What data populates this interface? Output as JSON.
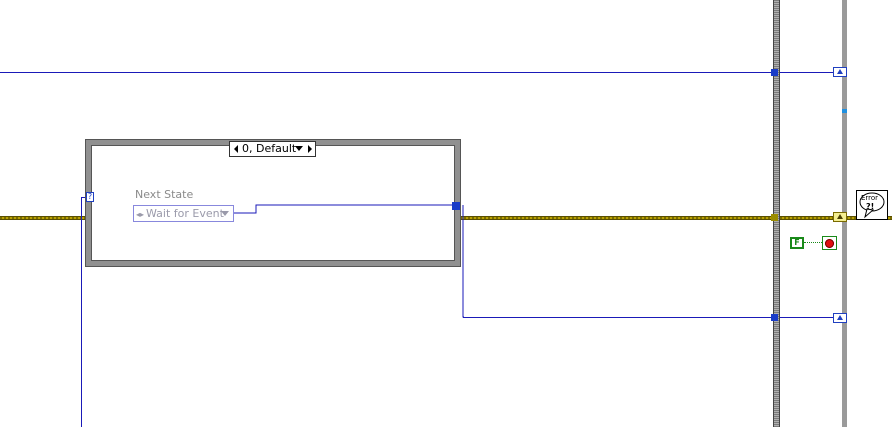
{
  "case_structure": {
    "selector_label": "0, Default",
    "selector_terminal_glyph": "?"
  },
  "next_state": {
    "label": "Next State",
    "value": "Wait for Event"
  },
  "error_icon": {
    "line1": "Error",
    "line2": "?!"
  },
  "false_constant": {
    "label": "F"
  },
  "colors": {
    "wire_blue": "#1a1ab8",
    "error_wire": "#b8a000",
    "boolean_green": "#1a8a1a",
    "stop_red": "#e01010"
  }
}
